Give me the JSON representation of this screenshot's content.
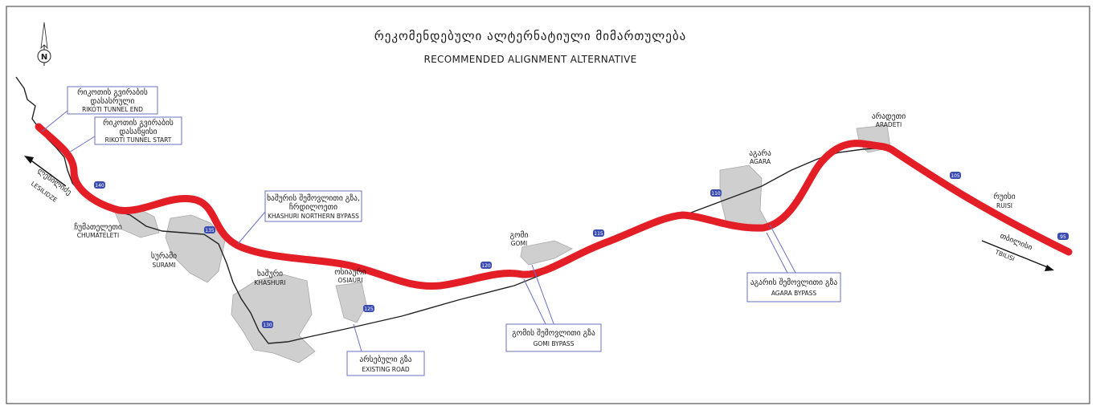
{
  "title": {
    "georgian": "რეკომენდებული ალტერნატიული მიმართულება",
    "english": "RECOMMENDED ALIGNMENT ALTERNATIVE"
  },
  "colors": {
    "recommended_alignment": "#e41e26",
    "existing_road": "#222222",
    "town_area": "#cfcfcf",
    "callout_border": "#6a6fc0",
    "km_marker": "#3a4bb0"
  },
  "compass": {
    "icon": "north-arrow-icon",
    "letter": "N"
  },
  "directions": {
    "lesilidze": {
      "label": "ლესილიძე",
      "sublabel": "LESILIDZE"
    },
    "tbilisi": {
      "label": "თბილისი",
      "sublabel": "TBILISI"
    }
  },
  "callouts": {
    "tunnel_end": {
      "line1": "რიკოთის გვირაბის",
      "line2": "დასასრული",
      "en": "RIKOTI TUNNEL END"
    },
    "tunnel_start": {
      "line1": "რიკოთის გვირაბის",
      "line2": "დასაწყისი",
      "en": "RIKOTI TUNNEL START"
    },
    "khashuri_bypass": {
      "line1": "ხაშურის შემოვლითი გზა,",
      "line2": "ჩრდილოეთი",
      "en": "KHASHURI NORTHERN BYPASS"
    },
    "existing_road": {
      "line1": "არსებული გზა",
      "en": "EXISTING ROAD"
    },
    "gomi_bypass": {
      "line1": "გომის შემოვლითი გზა",
      "en": "GOMI BYPASS"
    },
    "agara_bypass": {
      "line1": "აგარის შემოვლითი გზა",
      "en": "AGARA BYPASS"
    }
  },
  "towns": {
    "chumateleti": {
      "ka": "ჩუმათელეთი",
      "en": "CHUMATELETI"
    },
    "surami": {
      "ka": "სურამი",
      "en": "SURAMI"
    },
    "khashuri": {
      "ka": "ხაშური",
      "en": "KHASHURI"
    },
    "osiauri": {
      "ka": "ოსიაური",
      "en": "OSIAURI"
    },
    "gomi": {
      "ka": "გომი",
      "en": "GOMI"
    },
    "agara": {
      "ka": "აგარა",
      "en": "AGARA"
    },
    "aradeti": {
      "ka": "არადეთი",
      "en": "ARADETI"
    },
    "ruisi": {
      "ka": "რუისი",
      "en": "RUISI"
    }
  },
  "km_markers": [
    "140",
    "135",
    "130",
    "125",
    "120",
    "115",
    "110",
    "105",
    "95"
  ]
}
